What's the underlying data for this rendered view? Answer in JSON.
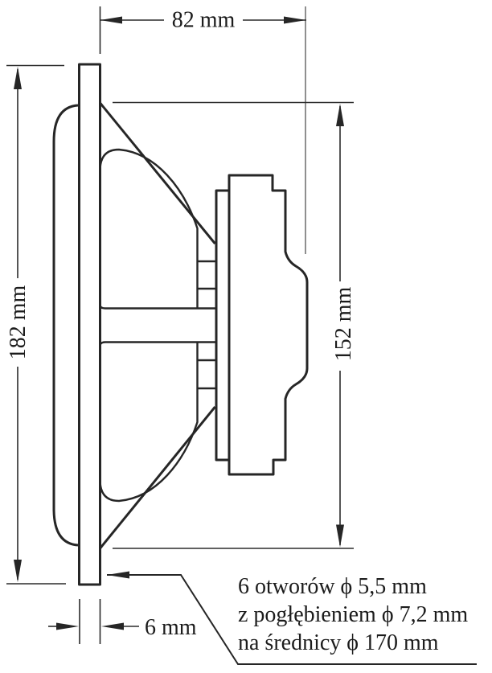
{
  "drawing": {
    "type": "loudspeaker-side-view-dimensional-drawing",
    "dimensions": {
      "width_top": {
        "label": "82 mm"
      },
      "height_left": {
        "label": "182 mm"
      },
      "height_right": {
        "label": "152 mm"
      },
      "thickness_bottom": {
        "label": "6 mm"
      }
    },
    "callout": {
      "line1": "6 otworów ϕ 5,5 mm",
      "line2": "z pogłębieniem ϕ 7,2 mm",
      "line3": "na średnicy ϕ 170 mm"
    },
    "colors": {
      "outline": "#262626",
      "dimension_line": "#2b2b2b",
      "reference_line": "#8f8f8f",
      "text": "#1c1c1c",
      "background": "#ffffff"
    }
  }
}
